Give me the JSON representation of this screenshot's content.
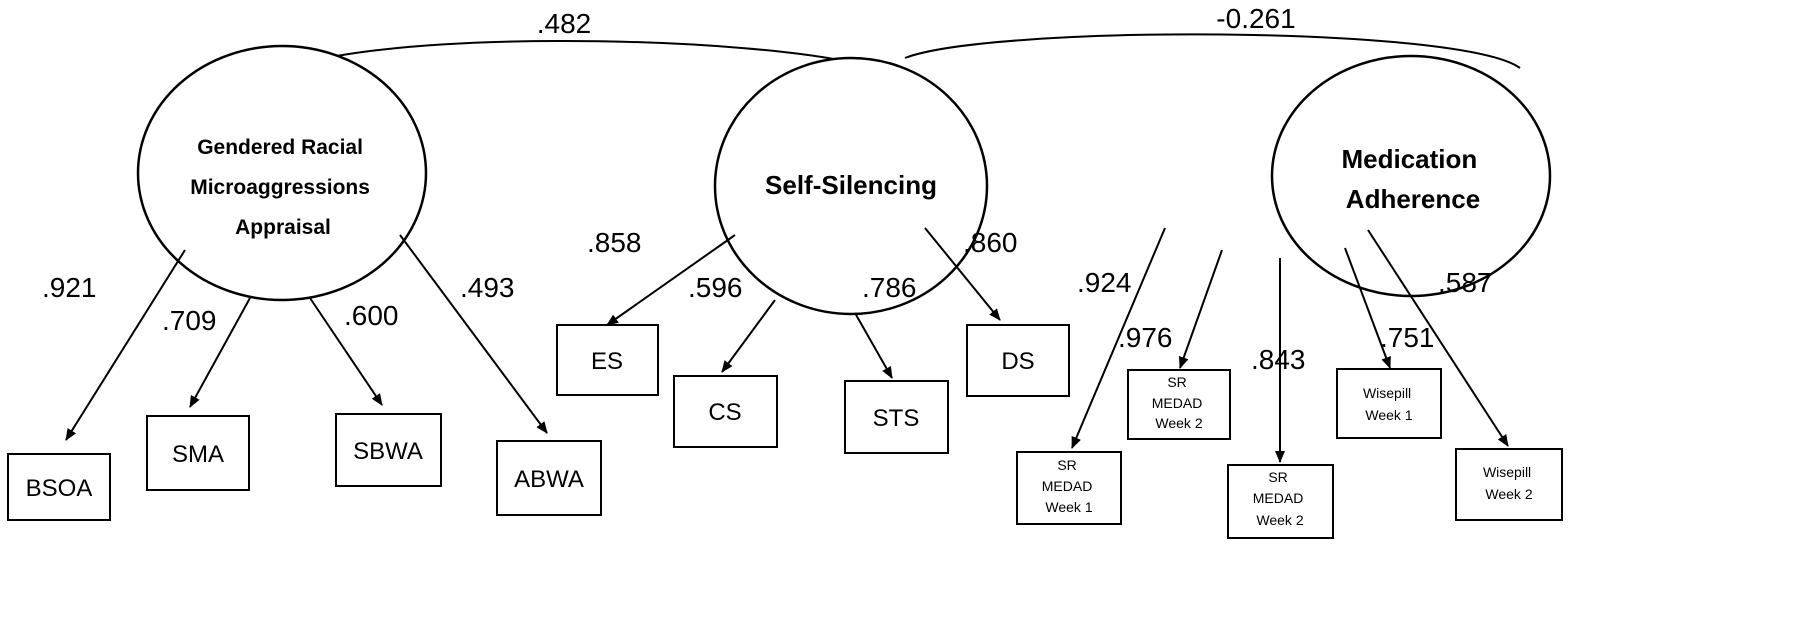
{
  "latents": {
    "grma": {
      "lines": [
        "Gendered Racial",
        "Microaggressions",
        "Appraisal"
      ]
    },
    "ss": {
      "lines": [
        "Self-Silencing"
      ]
    },
    "ma": {
      "lines": [
        "Medication",
        "Adherence"
      ]
    }
  },
  "covariances": {
    "grma_ss": ".482",
    "ss_ma": "-0.261"
  },
  "indicators": {
    "bsoa": {
      "lines": [
        "BSOA"
      ],
      "loading": ".921"
    },
    "sma": {
      "lines": [
        "SMA"
      ],
      "loading": ".709"
    },
    "sbwa": {
      "lines": [
        "SBWA"
      ],
      "loading": ".600"
    },
    "abwa": {
      "lines": [
        "ABWA"
      ],
      "loading": ".493"
    },
    "es": {
      "lines": [
        "ES"
      ],
      "loading": ".858"
    },
    "cs": {
      "lines": [
        "CS"
      ],
      "loading": ".596"
    },
    "sts": {
      "lines": [
        "STS"
      ],
      "loading": ".786"
    },
    "ds": {
      "lines": [
        "DS"
      ],
      "loading": ".860"
    },
    "srw1": {
      "lines": [
        "SR",
        "MEDAD",
        "Week 1"
      ],
      "loading": ".924"
    },
    "srw2a": {
      "lines": [
        "SR",
        "MEDAD",
        "Week 2"
      ],
      "loading": ".976"
    },
    "srw2b": {
      "lines": [
        "SR",
        "MEDAD",
        "Week 2"
      ],
      "loading": ".843"
    },
    "wpw1": {
      "lines": [
        "Wisepill",
        "Week 1"
      ],
      "loading": ".751"
    },
    "wpw2": {
      "lines": [
        "Wisepill",
        "Week 2"
      ],
      "loading": ".587"
    }
  }
}
